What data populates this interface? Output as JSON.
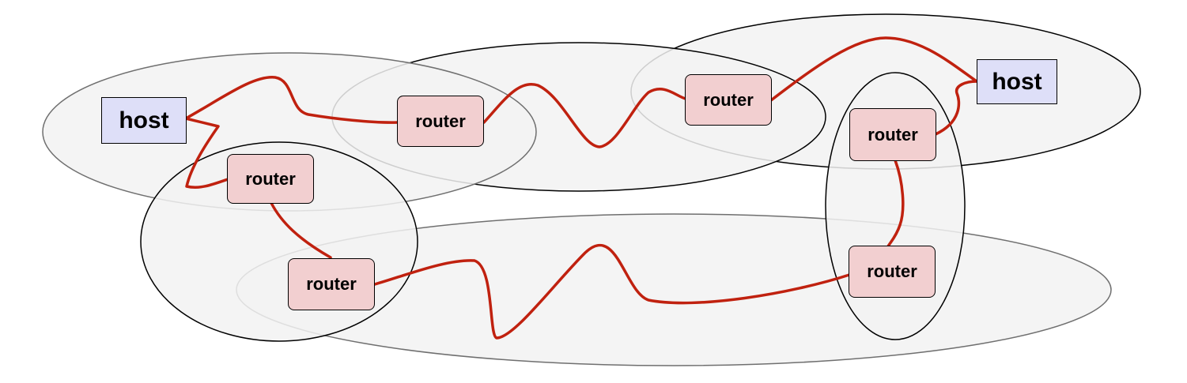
{
  "colors": {
    "network_fill": "#f2f2f2",
    "network_outline_dark": "#000000",
    "network_outline_light": "#6f6f6f",
    "link": "#c0210f",
    "router_fill": "#f2cfd0",
    "host_fill": "#dedff8"
  },
  "hosts": [
    {
      "id": "host-left",
      "label": "host"
    },
    {
      "id": "host-right",
      "label": "host"
    }
  ],
  "routers": [
    {
      "id": "router-top-1",
      "label": "router"
    },
    {
      "id": "router-top-2",
      "label": "router"
    },
    {
      "id": "router-mid-left",
      "label": "router"
    },
    {
      "id": "router-bottom-left",
      "label": "router"
    },
    {
      "id": "router-right-upper",
      "label": "router"
    },
    {
      "id": "router-right-lower",
      "label": "router"
    }
  ],
  "networks": [
    {
      "id": "lan-left"
    },
    {
      "id": "lan-top-middle"
    },
    {
      "id": "lan-top-right"
    },
    {
      "id": "lan-left-lower"
    },
    {
      "id": "lan-bottom"
    },
    {
      "id": "lan-right-vertical"
    }
  ],
  "links": [
    {
      "from": "host-left",
      "to": "router-top-1"
    },
    {
      "from": "host-left",
      "to": "router-mid-left"
    },
    {
      "from": "router-top-1",
      "to": "router-top-2"
    },
    {
      "from": "router-top-2",
      "to": "host-right"
    },
    {
      "from": "router-right-upper",
      "to": "host-right"
    },
    {
      "from": "router-right-upper",
      "to": "router-right-lower"
    },
    {
      "from": "router-mid-left",
      "to": "router-bottom-left"
    },
    {
      "from": "router-bottom-left",
      "to": "router-right-lower"
    }
  ]
}
